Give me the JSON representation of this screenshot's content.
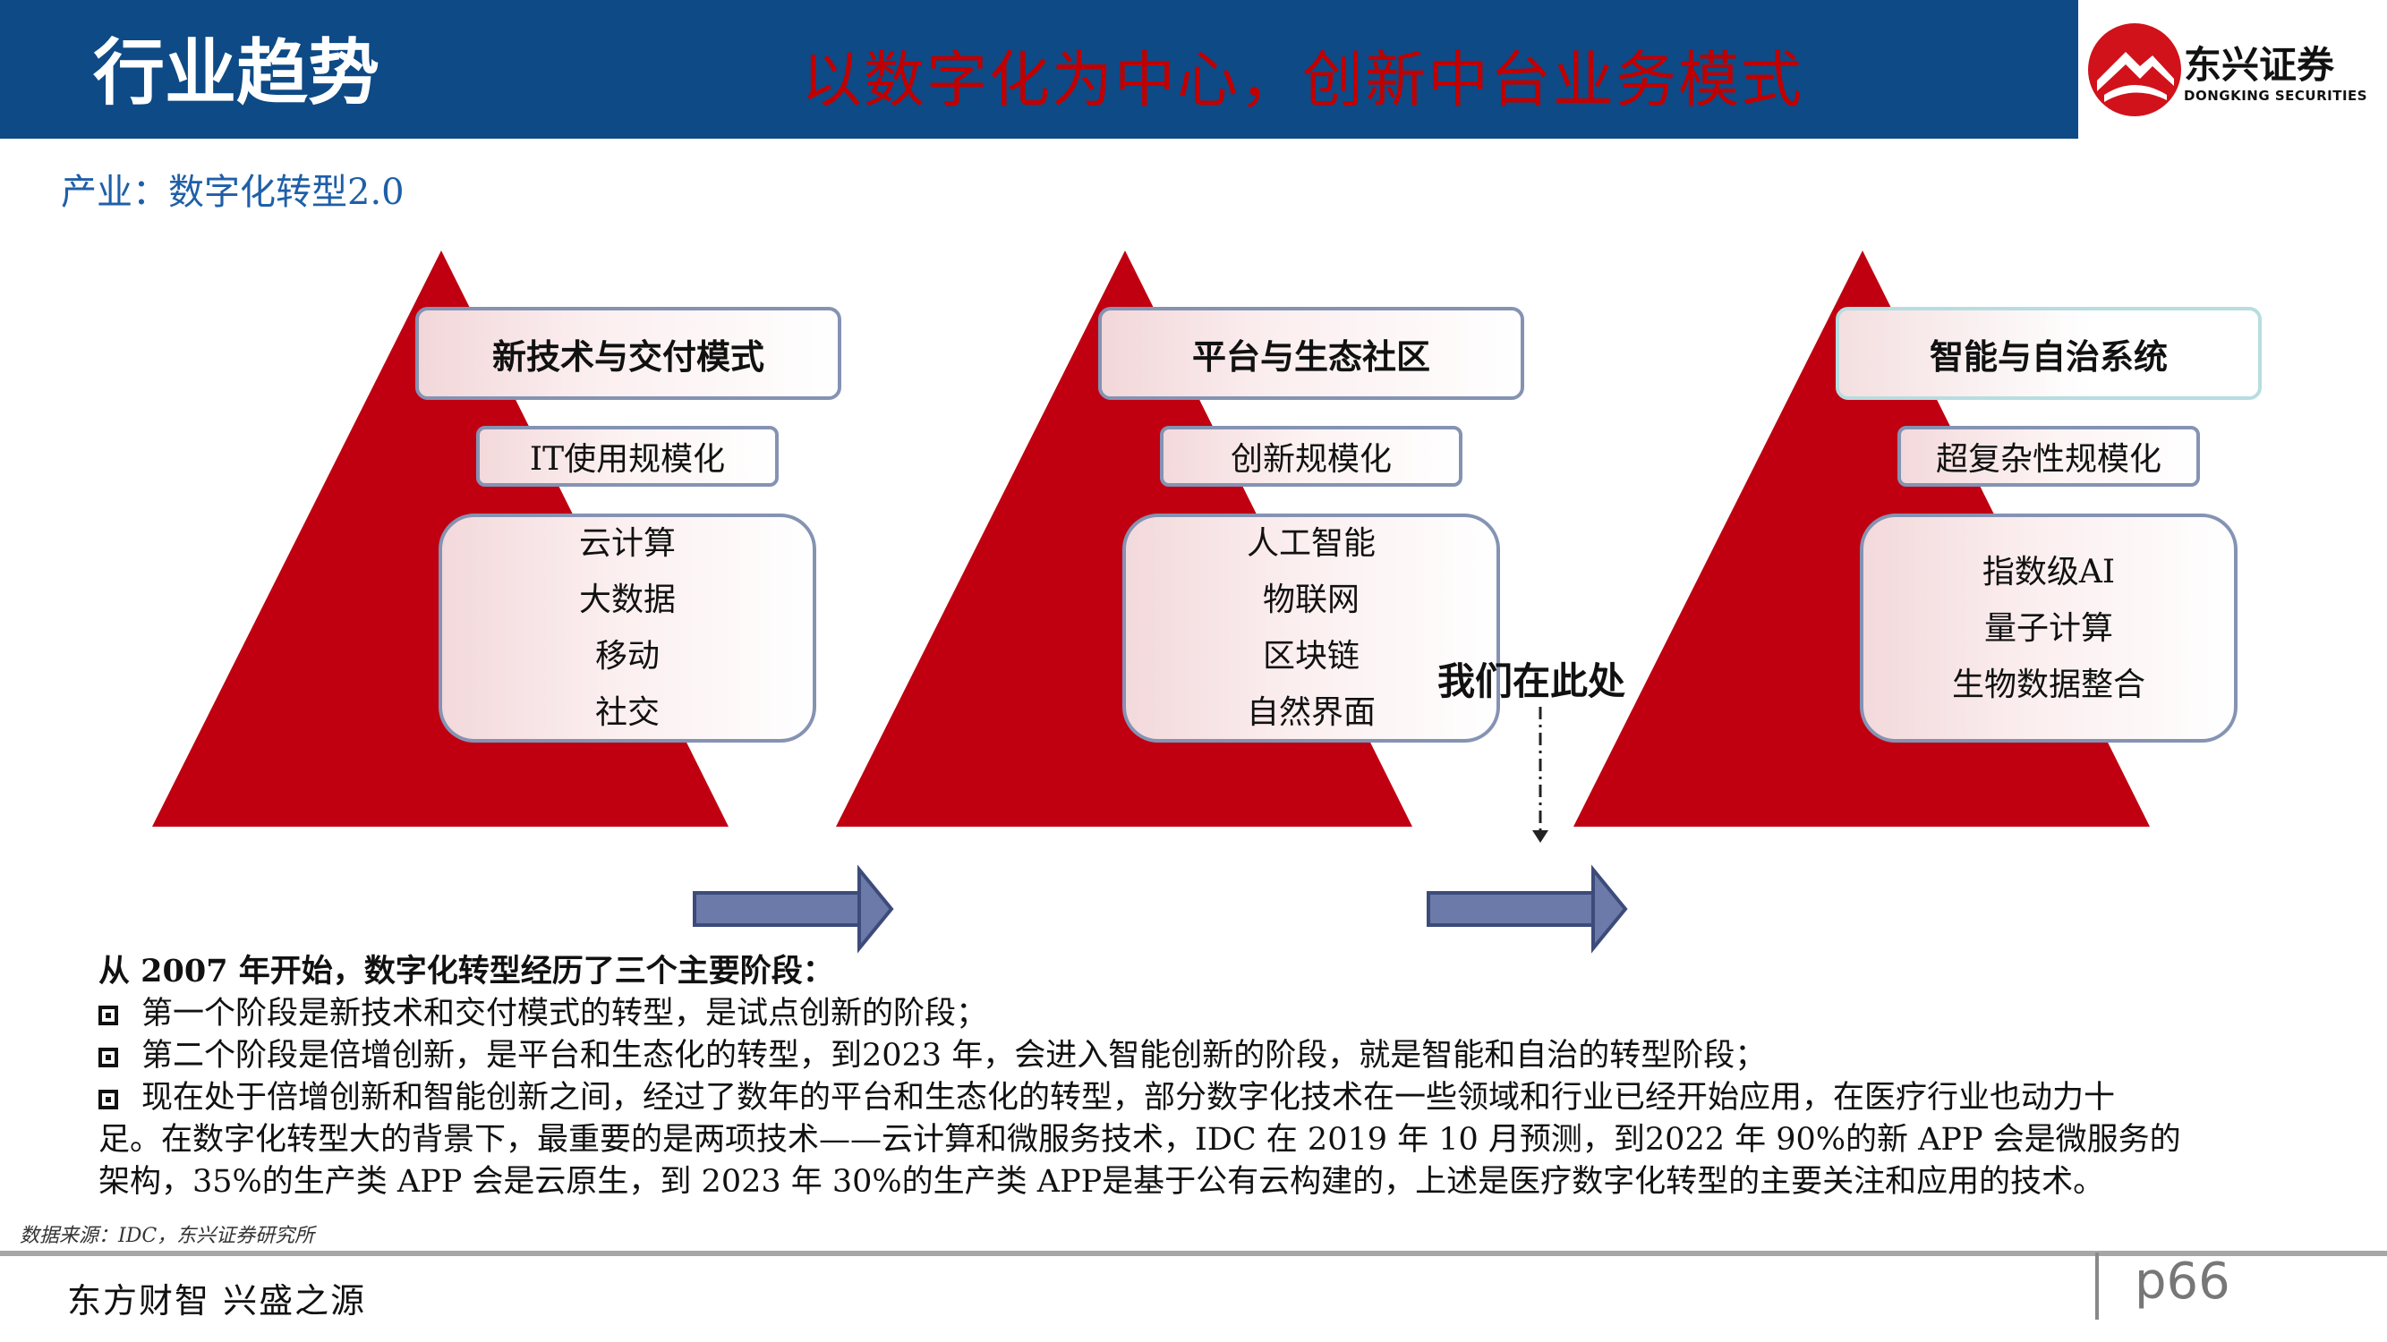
{
  "header": {
    "title": "行业趋势",
    "subtitle": "以数字化为中心，创新中台业务模式",
    "logo_cn": "东兴证券",
    "logo_en": "DONGKING SECURITIES"
  },
  "section_label": "产业：数字化转型2.0",
  "stages": [
    {
      "title": "新技术与交付模式",
      "sub": "IT使用规模化",
      "items": [
        "云计算",
        "大数据",
        "移动",
        "社交"
      ]
    },
    {
      "title": "平台与生态社区",
      "sub": "创新规模化",
      "items": [
        "人工智能",
        "物联网",
        "区块链",
        "自然界面"
      ]
    },
    {
      "title": "智能与自治系统",
      "sub": "超复杂性规模化",
      "items": [
        "指数级AI",
        "量子计算",
        "生物数据整合"
      ]
    }
  ],
  "marker": "我们在此处",
  "colors": {
    "header_bg": "#0d4a86",
    "triangle": "#c00010",
    "arrow": "#6b7aa8",
    "subtitle": "#c00000",
    "section_label": "#1f5fa8"
  },
  "body": {
    "intro": "从 2007 年开始，数字化转型经历了三个主要阶段：",
    "bullets": [
      "第一个阶段是新技术和交付模式的转型，是试点创新的阶段；",
      "第二个阶段是倍增创新，是平台和生态化的转型，到2023 年，会进入智能创新的阶段，就是智能和自治的转型阶段；",
      "现在处于倍增创新和智能创新之间，经过了数年的平台和生态化的转型，部分数字化技术在一些领域和行业已经开始应用，在医疗行业也动力十"
    ],
    "continuation_1": "足。在数字化转型大的背景下，最重要的是两项技术——云计算和微服务技术，IDC 在 2019 年 10 月预测，到2022 年 90%的新 APP 会是微服务的",
    "continuation_2": "架构，35%的生产类 APP 会是云原生，到 2023 年 30%的生产类 APP是基于公有云构建的，上述是医疗数字化转型的主要关注和应用的技术。"
  },
  "source": "数据来源：IDC，东兴证券研究所",
  "footer": {
    "slogan": "东方财智 兴盛之源",
    "page": "p66"
  }
}
